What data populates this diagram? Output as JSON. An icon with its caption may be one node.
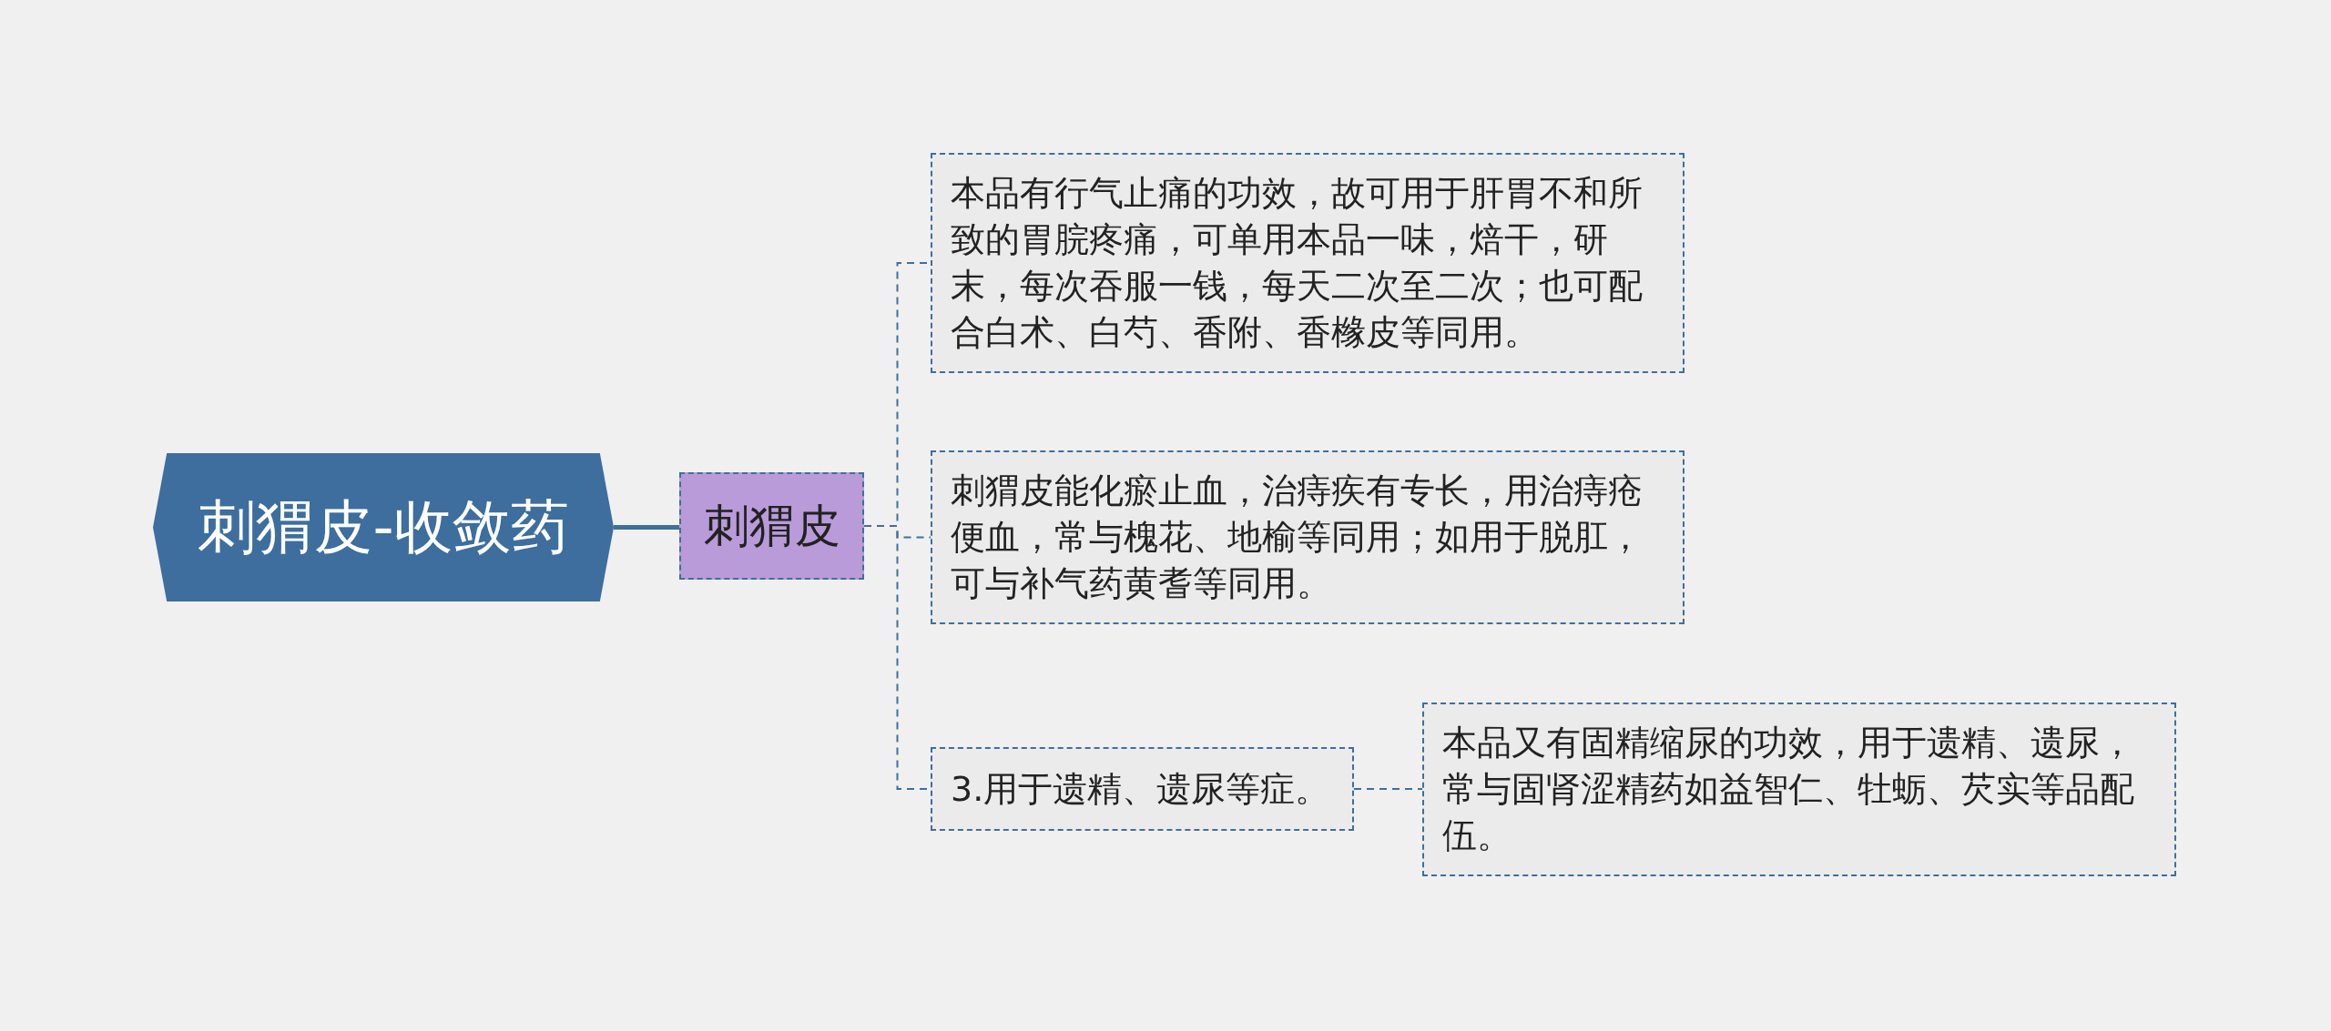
{
  "diagram": {
    "nodes": [
      {
        "text": [
          "刺猬皮-收敛药"
        ]
      },
      {
        "text": [
          "刺猬皮"
        ]
      },
      {
        "text": [
          "本品有行气止痛的功效，故可用于肝胃不和所致的胃脘疼痛，可单用本品一味，焙干，研末，每次吞服一钱，每天二次至二次；也可配合白术、白芍、香附、香橼皮等同用。"
        ]
      },
      {
        "text": [
          "刺猬皮能化瘀止血，治痔疾有专长，用治痔疮便血，常与槐花、地榆等同用；如用于脱肛，可与补气药黄耆等同用。"
        ]
      },
      {
        "text": [
          "3.用于遗精、遗尿等症。"
        ]
      },
      {
        "text": [
          "本品又有固精缩尿的功效，用于遗精、遗尿，常与固肾涩精药如益智仁、牡蛎、芡实等品配伍。"
        ]
      }
    ],
    "edges": [
      {
        "from": 0,
        "to": 1,
        "arrow": "none"
      },
      {
        "from": 1,
        "to": 2,
        "arrow": "none",
        "style": "dashed"
      },
      {
        "from": 1,
        "to": 3,
        "arrow": "none",
        "style": "dashed"
      },
      {
        "from": 1,
        "to": 4,
        "arrow": "none",
        "style": "dashed"
      },
      {
        "from": 4,
        "to": 5,
        "arrow": "none",
        "style": "dashed"
      }
    ]
  }
}
